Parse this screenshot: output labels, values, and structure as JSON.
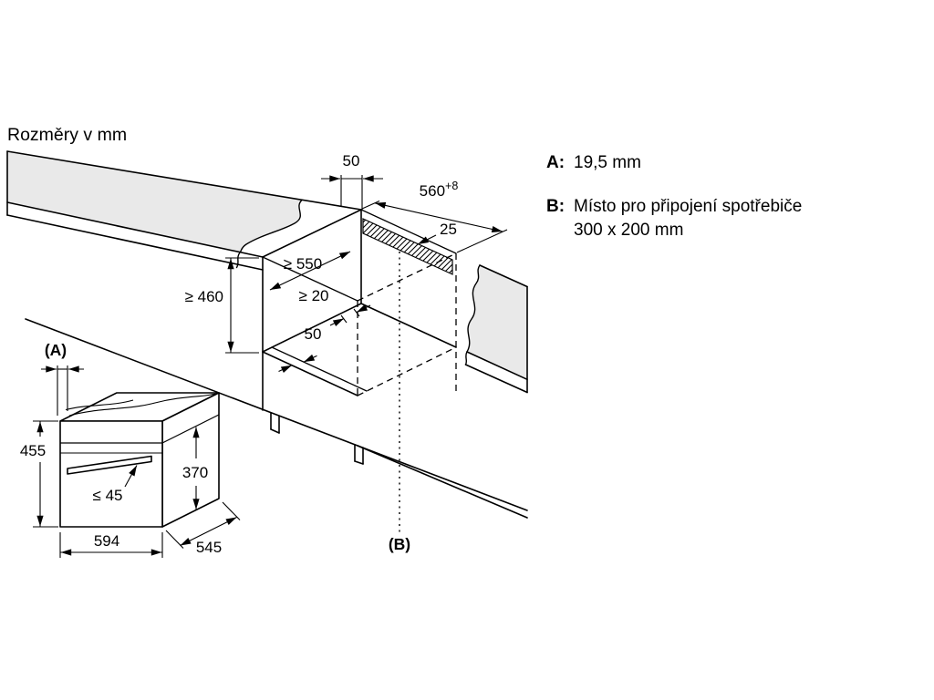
{
  "title": "Rozměry v mm",
  "legend": {
    "a_key": "A:",
    "a_value": "19,5 mm",
    "b_key": "B:",
    "b_value_line1": "Místo pro připojení spotřebiče",
    "b_value_line2": "300 x 200 mm"
  },
  "niche_dims": {
    "top_strip": "50",
    "width": "560",
    "width_tol": "+8",
    "rear_offset": "25",
    "depth": "≥ 550",
    "height": "≥ 460",
    "rear_bottom_gap": "≥ 20",
    "bottom_strip": "50",
    "connection_label": "(B)"
  },
  "oven_dims": {
    "gap_label": "(A)",
    "height": "455",
    "door_height": "370",
    "handle_clearance": "≤ 45",
    "width": "594",
    "depth": "545"
  },
  "colors": {
    "line": "#000000",
    "counter_fill": "#e9e9e9",
    "background": "#ffffff"
  }
}
